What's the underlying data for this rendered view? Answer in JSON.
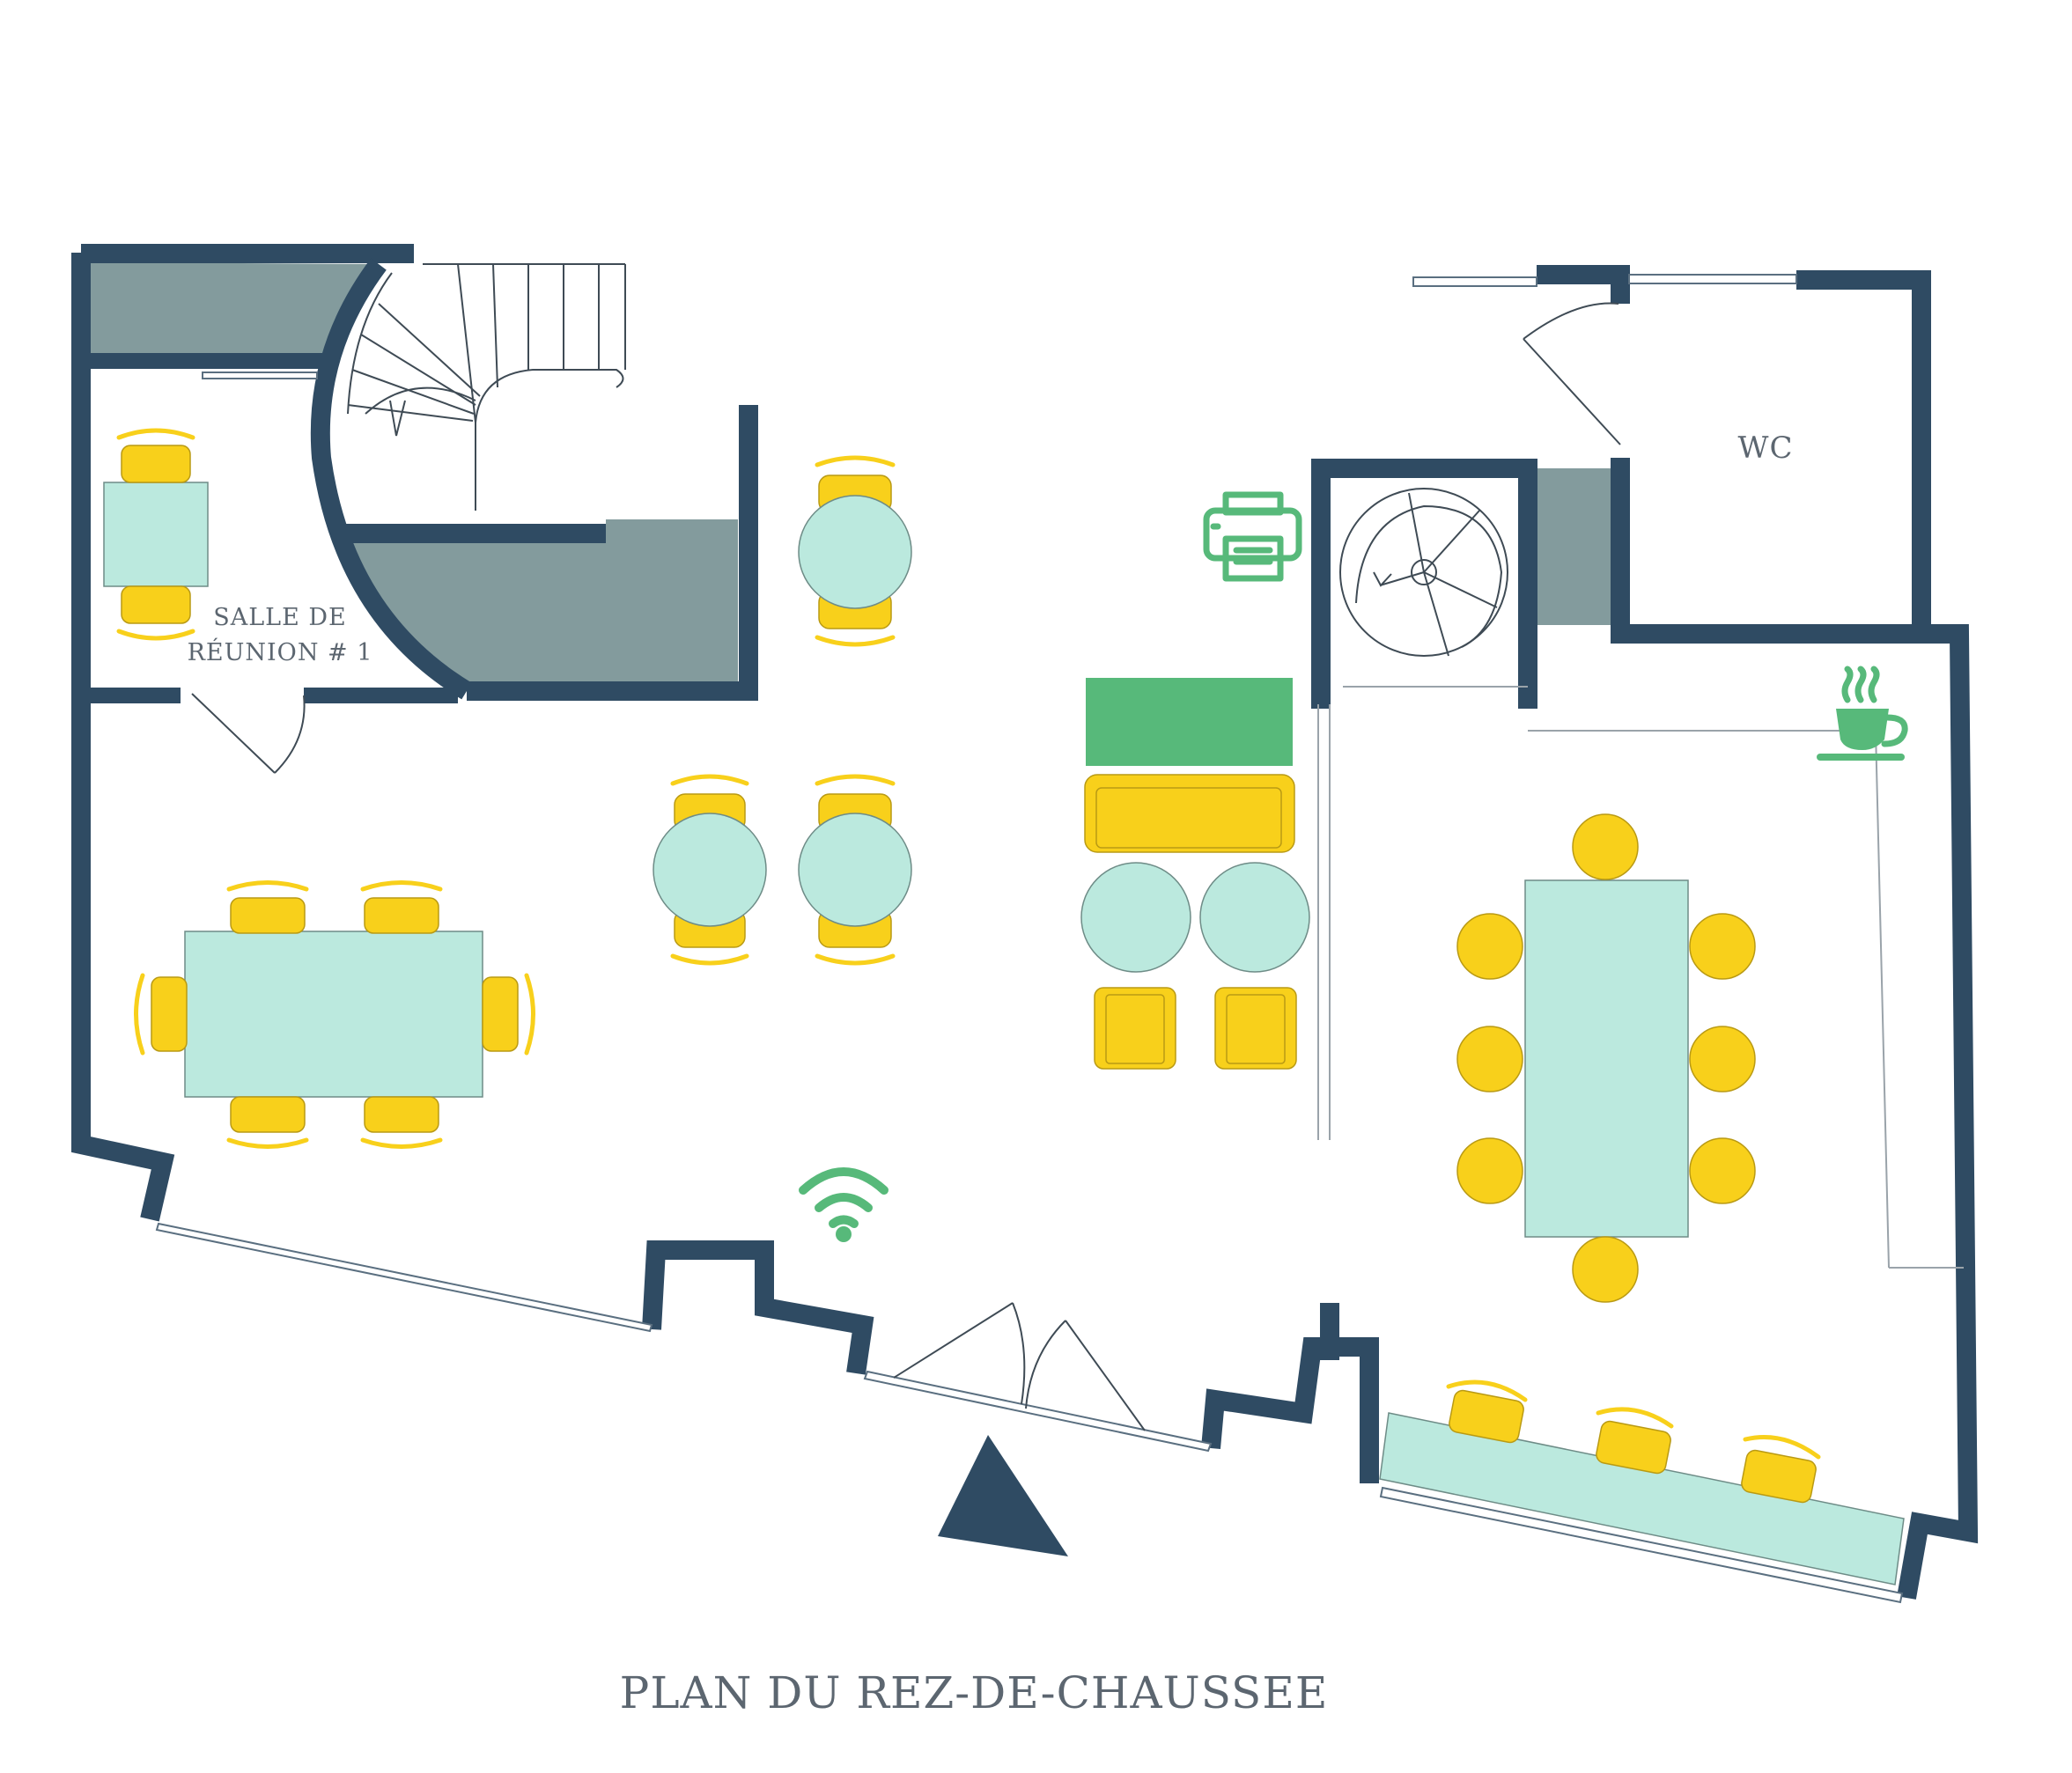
{
  "plan": {
    "title": "PLAN DU REZ-DE-CHAUSSEE",
    "rooms": {
      "meeting_room_line1": "SALLE DE",
      "meeting_room_line2": "RÉUNION # 1",
      "wc": "WC"
    },
    "icons": [
      "printer-icon",
      "coffee-icon",
      "wifi-icon",
      "entrance-arrow-icon",
      "staircase",
      "spiral-staircase"
    ]
  },
  "colors": {
    "wall": "#2f4b63",
    "table": "#bbe9de",
    "chair": "#f8d01b",
    "accent_green": "#57b97a",
    "storage": "#839b9d"
  }
}
